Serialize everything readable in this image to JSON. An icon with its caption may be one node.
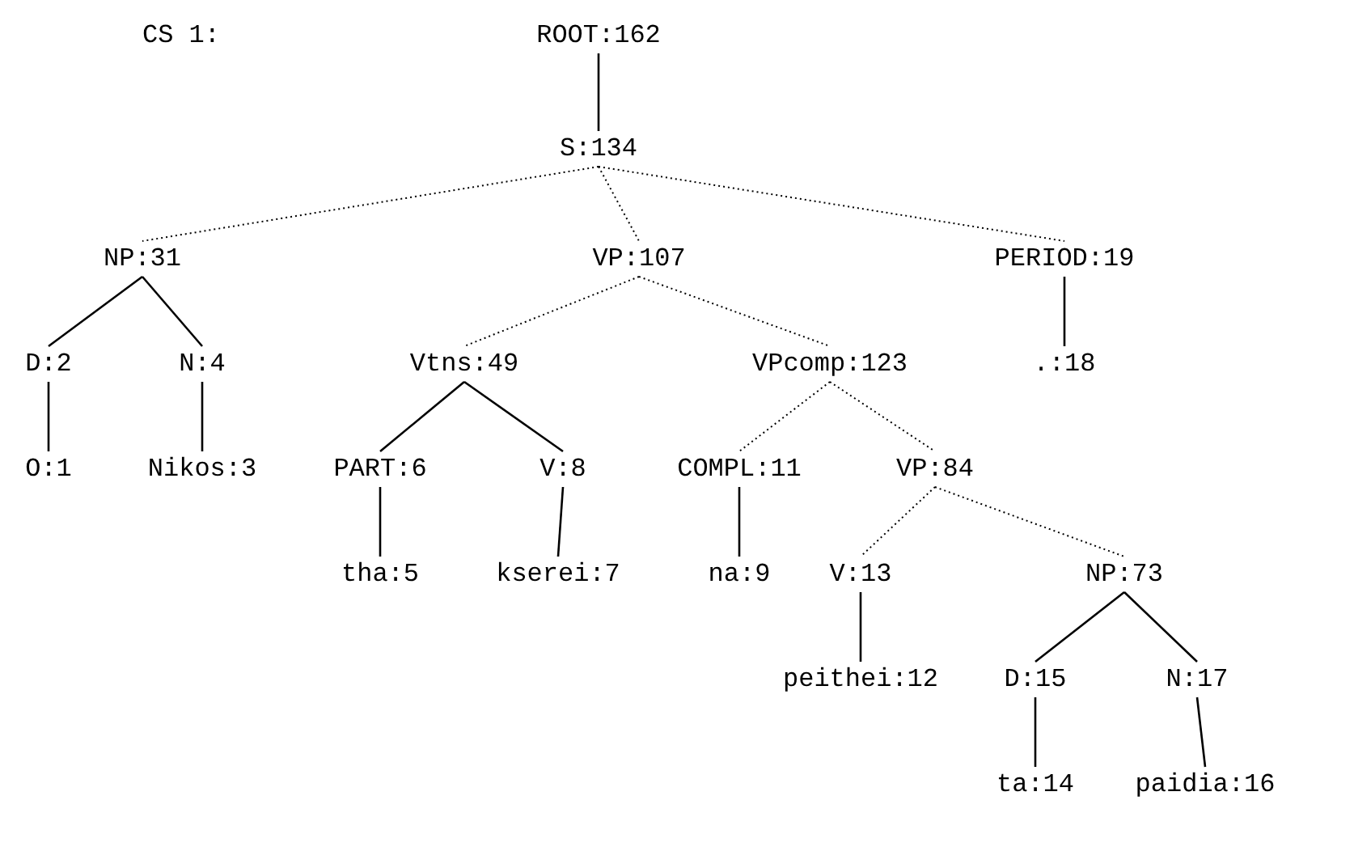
{
  "diagram": {
    "nodes": [
      {
        "text": [
          "ROOT:162"
        ]
      },
      {
        "text": [
          "S:134"
        ]
      },
      {
        "text": [
          "NP:31"
        ]
      },
      {
        "text": [
          "VP:107"
        ]
      },
      {
        "text": [
          "PERIOD:19"
        ]
      },
      {
        "text": [
          "D:2"
        ]
      },
      {
        "text": [
          "N:4"
        ]
      },
      {
        "text": [
          "Vtns:49"
        ]
      },
      {
        "text": [
          "VPcomp:123"
        ]
      },
      {
        "text": [
          ".:18"
        ]
      },
      {
        "text": [
          "O:1"
        ]
      },
      {
        "text": [
          "Nikos:3"
        ]
      },
      {
        "text": [
          "PART:6"
        ]
      },
      {
        "text": [
          "V:8"
        ]
      },
      {
        "text": [
          "COMPL:11"
        ]
      },
      {
        "text": [
          "VP:84"
        ]
      },
      {
        "text": [
          "tha:5"
        ]
      },
      {
        "text": [
          "kserei:7"
        ]
      },
      {
        "text": [
          "na:9"
        ]
      },
      {
        "text": [
          "V:13"
        ]
      },
      {
        "text": [
          "NP:73"
        ]
      },
      {
        "text": [
          "peithei:12"
        ]
      },
      {
        "text": [
          "D:15"
        ]
      },
      {
        "text": [
          "N:17"
        ]
      },
      {
        "text": [
          "ta:14"
        ]
      },
      {
        "text": [
          "paidia:16"
        ]
      }
    ],
    "edges": [
      {
        "from": 0,
        "to": 1,
        "arrow": "none"
      },
      {
        "from": 1,
        "to": 2,
        "arrow": "none",
        "style": "dashed"
      },
      {
        "from": 1,
        "to": 3,
        "arrow": "none",
        "style": "dashed"
      },
      {
        "from": 1,
        "to": 4,
        "arrow": "none",
        "style": "dashed"
      },
      {
        "from": 2,
        "to": 5,
        "arrow": "none"
      },
      {
        "from": 2,
        "to": 6,
        "arrow": "none"
      },
      {
        "from": 3,
        "to": 7,
        "arrow": "none",
        "style": "dashed"
      },
      {
        "from": 3,
        "to": 8,
        "arrow": "none",
        "style": "dashed"
      },
      {
        "from": 4,
        "to": 9,
        "arrow": "none"
      },
      {
        "from": 5,
        "to": 10,
        "arrow": "none"
      },
      {
        "from": 6,
        "to": 11,
        "arrow": "none"
      },
      {
        "from": 7,
        "to": 12,
        "arrow": "none"
      },
      {
        "from": 7,
        "to": 13,
        "arrow": "none"
      },
      {
        "from": 8,
        "to": 14,
        "arrow": "none",
        "style": "dashed"
      },
      {
        "from": 8,
        "to": 15,
        "arrow": "none",
        "style": "dashed"
      },
      {
        "from": 12,
        "to": 16,
        "arrow": "none"
      },
      {
        "from": 13,
        "to": 17,
        "arrow": "none"
      },
      {
        "from": 14,
        "to": 18,
        "arrow": "none"
      },
      {
        "from": 15,
        "to": 19,
        "arrow": "none",
        "style": "dashed"
      },
      {
        "from": 15,
        "to": 20,
        "arrow": "none",
        "style": "dashed"
      },
      {
        "from": 19,
        "to": 21,
        "arrow": "none"
      },
      {
        "from": 20,
        "to": 22,
        "arrow": "none"
      },
      {
        "from": 20,
        "to": 23,
        "arrow": "none"
      },
      {
        "from": 22,
        "to": 24,
        "arrow": "none"
      },
      {
        "from": 23,
        "to": 25,
        "arrow": "none"
      }
    ],
    "labels": [
      "CS 1:"
    ]
  }
}
